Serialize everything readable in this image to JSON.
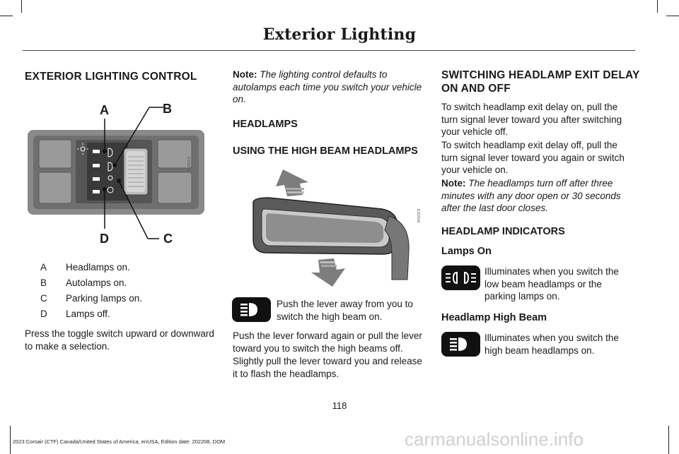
{
  "header": {
    "title": "Exterior Lighting"
  },
  "left": {
    "heading": "EXTERIOR LIGHTING CONTROL",
    "figure_callouts": {
      "a": "A",
      "b": "B",
      "c": "C",
      "d": "D",
      "code": "E318016"
    },
    "items": [
      {
        "letter": "A",
        "text": "Headlamps on."
      },
      {
        "letter": "B",
        "text": "Autolamps on."
      },
      {
        "letter": "C",
        "text": "Parking lamps on."
      },
      {
        "letter": "D",
        "text": "Lamps off."
      }
    ],
    "instruction_line1": "Press the toggle switch upward or downward",
    "instruction_line2": "to make a selection."
  },
  "middle": {
    "note_label": "Note:",
    "note_text_line1": "The lighting control defaults to",
    "note_text_line2": "autolamps each time you switch your vehicle",
    "note_text_line3": "on.",
    "heading": "HEADLAMPS",
    "subheading": "USING THE HIGH BEAM HEADLAMPS",
    "lever_figure_code": "E311542",
    "push_line1": "Push the lever away from you to",
    "push_line2": "switch the high beam on.",
    "p1_line1": "Push the lever forward again or pull the lever",
    "p1_line2": "toward you to switch the high beams off.",
    "p2_line1": "Slightly pull the lever toward you and release",
    "p2_line2": "it to flash the headlamps."
  },
  "right": {
    "heading_line1": "SWITCHING HEADLAMP EXIT DELAY",
    "heading_line2": "ON AND OFF",
    "p_on_line1": "To switch headlamp exit delay on, pull the",
    "p_on_line2": "turn signal lever toward you after switching",
    "p_on_line3": "your vehicle off.",
    "p_off_line1": "To switch headlamp exit delay off, pull the",
    "p_off_line2": "turn signal lever toward you again or switch",
    "p_off_line3": "your vehicle on.",
    "note_label": "Note:",
    "note_line1": "The headlamps turn off after three",
    "note_line2": "minutes with any door open or 30 seconds",
    "note_line3": "after the last door closes.",
    "indicators_heading": "HEADLAMP INDICATORS",
    "lamps_on_heading": "Lamps On",
    "lamps_on_line1": "Illuminates when you switch the",
    "lamps_on_line2": "low beam headlamps or the",
    "lamps_on_line3": "parking lamps on.",
    "high_beam_heading": "Headlamp High Beam",
    "high_beam_line1": "Illuminates when you switch the",
    "high_beam_line2": "high beam headlamps on."
  },
  "footer": {
    "page_number": "118",
    "publication": "2023 Corsair (CTF) Canada/United States of America, enUSA, Edition date: 202208, DOM",
    "watermark": "carmanualsonline.info"
  },
  "icons": [
    "high-beam-icon",
    "parking-lamps-icon",
    "headlamp-icon",
    "autolamp-icon"
  ]
}
